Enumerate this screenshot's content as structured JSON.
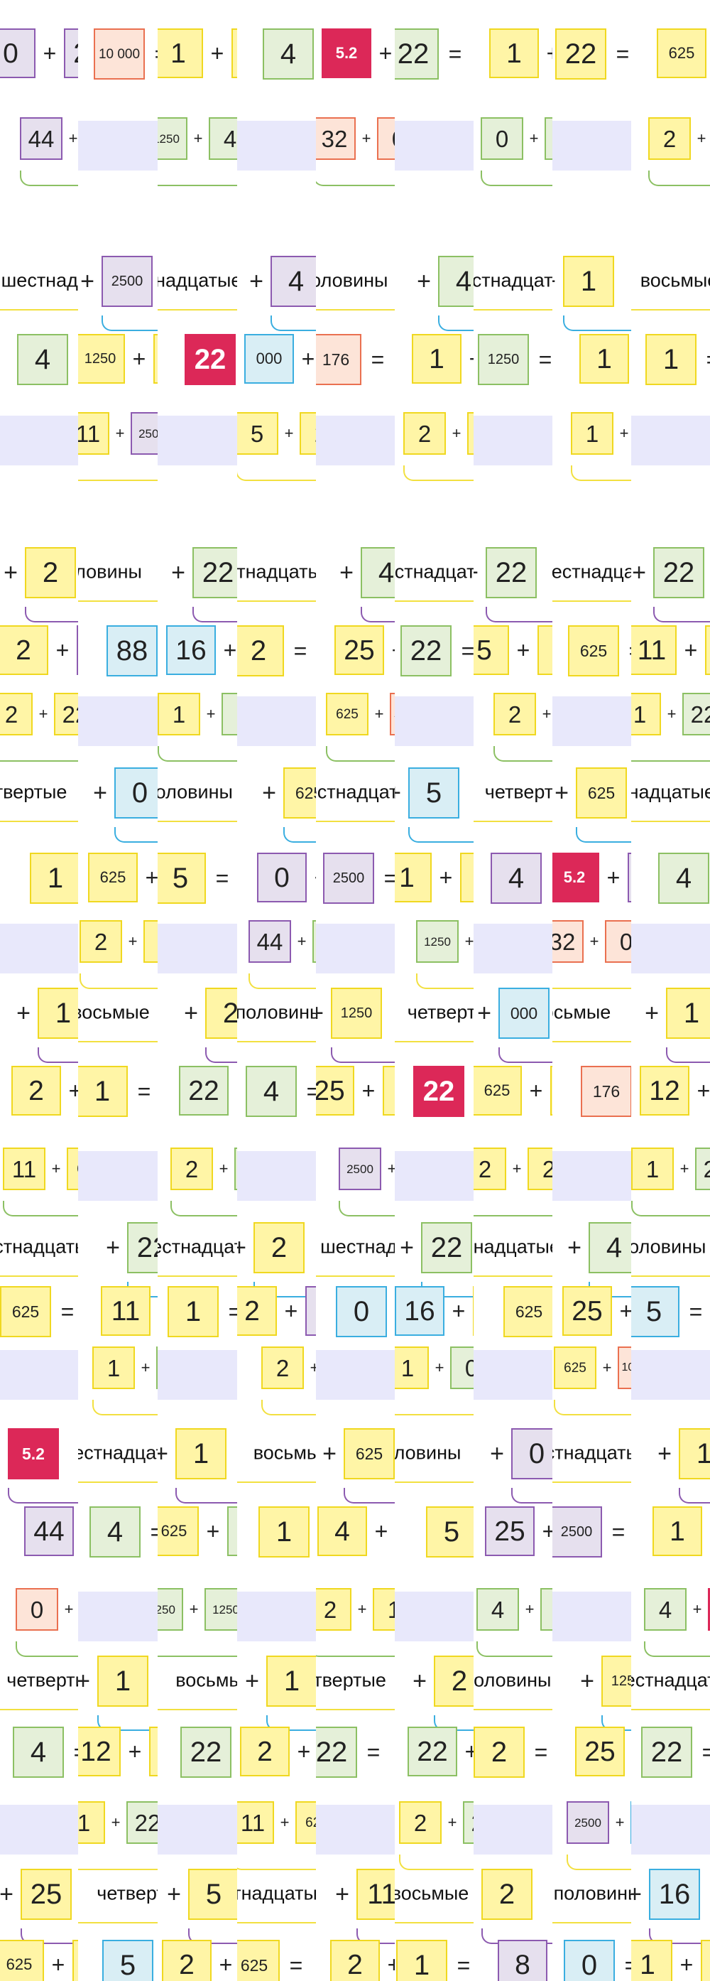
{
  "colors": {
    "yellow_fill": "#fff5a6",
    "green_fill": "#e5f0d9",
    "purple_fill": "#e6e0ee",
    "blue_fill": "#d9eef5",
    "salmon_fill": "#fde4d8",
    "badge_fill": "#dc2858"
  },
  "columns": [
    {
      "items": [
        {
          "k": "tile",
          "c": "purple",
          "t": "0"
        },
        {
          "k": "tile",
          "c": "purple",
          "t": "25"
        },
        {
          "k": "tile",
          "c": "purple",
          "t": "44"
        },
        {
          "k": "tile",
          "c": "green",
          "t": "4"
        },
        {
          "k": "tile",
          "c": "yellow",
          "t": "2"
        },
        {
          "k": "tile",
          "c": "yellow",
          "t": "2"
        },
        {
          "k": "tile",
          "c": "purple",
          "t": "8"
        },
        {
          "k": "word",
          "t": "верти"
        },
        {
          "k": "tile",
          "c": "yellow",
          "t": "2"
        },
        {
          "k": "tile",
          "c": "yellow",
          "t": "22"
        },
        {
          "k": "word",
          "t": "осьмые"
        },
        {
          "k": "tile",
          "c": "yellow",
          "t": "1"
        },
        {
          "k": "tile",
          "c": "yellow",
          "t": "1"
        },
        {
          "k": "tile",
          "c": "yellow",
          "t": "2"
        },
        {
          "k": "tile",
          "c": "yellow",
          "t": "1"
        },
        {
          "k": "tile",
          "c": "yellow",
          "t": "11"
        },
        {
          "k": "tile",
          "c": "yellow",
          "t": "625"
        },
        {
          "k": "tile",
          "c": "yellow",
          "t": "625"
        },
        {
          "k": "tile",
          "c": "badge",
          "t": "5.2"
        },
        {
          "k": "tile",
          "c": "purple",
          "t": "44"
        },
        {
          "k": "tile",
          "c": "salmon",
          "t": "32"
        },
        {
          "k": "tile",
          "c": "salmon",
          "t": "0"
        },
        {
          "k": "tile",
          "c": "salmon",
          "t": "176"
        },
        {
          "k": "tile",
          "c": "green",
          "t": "4"
        },
        {
          "k": "tile",
          "c": "yellow",
          "t": "25"
        }
      ]
    }
  ],
  "tiles": [
    {
      "c": "purple",
      "t": "0"
    },
    {
      "c": "purple",
      "t": "25"
    },
    {
      "c": "purple",
      "t": "44"
    },
    {
      "c": "green",
      "t": "4"
    },
    {
      "c": "green",
      "t": "4"
    },
    {
      "c": "yellow",
      "t": "2"
    },
    {
      "c": "yellow",
      "t": "2"
    },
    {
      "c": "purple",
      "t": "8"
    },
    {
      "c": "yellow",
      "t": "2"
    },
    {
      "c": "yellow",
      "t": "22"
    },
    {
      "c": "yellow",
      "t": "1"
    },
    {
      "c": "yellow",
      "t": "1"
    },
    {
      "c": "yellow",
      "t": "2"
    },
    {
      "c": "yellow",
      "t": "1"
    },
    {
      "c": "yellow",
      "t": "11"
    },
    {
      "c": "yellow",
      "t": "625"
    },
    {
      "c": "yellow",
      "t": "625"
    },
    {
      "c": "badge",
      "t": "5.2"
    },
    {
      "c": "purple",
      "t": "44"
    },
    {
      "c": "salmon",
      "t": "32"
    },
    {
      "c": "salmon",
      "t": "0"
    },
    {
      "c": "salmon",
      "t": "176"
    },
    {
      "c": "green",
      "t": "4"
    },
    {
      "c": "yellow",
      "t": "25"
    },
    {
      "c": "yellow",
      "t": "625"
    },
    {
      "c": "yellow",
      "t": "625"
    },
    {
      "c": "salmon",
      "t": "10 000"
    },
    {
      "c": "purple",
      "t": "2500"
    },
    {
      "c": "yellow",
      "t": "1250"
    },
    {
      "c": "yellow",
      "t": "25"
    },
    {
      "c": "yellow",
      "t": "11"
    },
    {
      "c": "purple",
      "t": "2500"
    },
    {
      "c": "blue",
      "t": "88"
    },
    {
      "c": "blue",
      "t": "0"
    },
    {
      "c": "yellow",
      "t": "625"
    },
    {
      "c": "yellow",
      "t": "4"
    },
    {
      "c": "yellow",
      "t": "2"
    },
    {
      "c": "yellow",
      "t": "2"
    },
    {
      "c": "yellow",
      "t": "1"
    },
    {
      "c": "green",
      "t": "22"
    },
    {
      "c": "yellow",
      "t": "11"
    },
    {
      "c": "yellow",
      "t": "2"
    },
    {
      "c": "yellow",
      "t": "1"
    },
    {
      "c": "green",
      "t": "22"
    },
    {
      "c": "green",
      "t": "4"
    },
    {
      "c": "yellow",
      "t": "1"
    },
    {
      "c": "yellow",
      "t": "12"
    },
    {
      "c": "yellow",
      "t": "2"
    },
    {
      "c": "yellow",
      "t": "1"
    },
    {
      "c": "green",
      "t": "22"
    },
    {
      "c": "blue",
      "t": "5"
    },
    {
      "c": "yellow",
      "t": "1"
    },
    {
      "c": "yellow",
      "t": "1"
    },
    {
      "c": "green",
      "t": "1250"
    },
    {
      "c": "green",
      "t": "4"
    },
    {
      "c": "badge",
      "t": "22"
    },
    {
      "c": "green",
      "t": "22"
    },
    {
      "c": "blue",
      "t": "16"
    },
    {
      "c": "yellow",
      "t": "1"
    },
    {
      "c": "yellow",
      "t": "1"
    },
    {
      "c": "green",
      "t": "0"
    },
    {
      "c": "yellow",
      "t": "5"
    },
    {
      "c": "yellow",
      "t": "2"
    },
    {
      "c": "green",
      "t": "22"
    },
    {
      "c": "yellow",
      "t": "11"
    },
    {
      "c": "yellow",
      "t": "2"
    },
    {
      "c": "green",
      "t": "22"
    },
    {
      "c": "yellow",
      "t": "1"
    },
    {
      "c": "yellow",
      "t": "1"
    },
    {
      "c": "yellow",
      "t": "625"
    },
    {
      "c": "green",
      "t": "0"
    },
    {
      "c": "green",
      "t": "1250"
    },
    {
      "c": "green",
      "t": "1250"
    },
    {
      "c": "green",
      "t": "22"
    },
    {
      "c": "yellow",
      "t": "5"
    },
    {
      "c": "yellow",
      "t": "2"
    },
    {
      "c": "yellow",
      "t": "2"
    },
    {
      "c": "green",
      "t": "4"
    },
    {
      "c": "purple",
      "t": "4"
    },
    {
      "c": "blue",
      "t": "000"
    },
    {
      "c": "yellow",
      "t": "625"
    },
    {
      "c": "yellow",
      "t": "5"
    },
    {
      "c": "yellow",
      "t": "2"
    },
    {
      "c": "yellow",
      "t": "2"
    },
    {
      "c": "yellow",
      "t": "625"
    }
  ],
  "words": {
    "w1": "шестнадца",
    "w2": "четвертые",
    "w3": "шестнадцатые",
    "w4": "четверти",
    "w5": "половины",
    "w6": "восьмые",
    "w7": "шестнадцатые",
    "w8": "четверти",
    "w9": "шестнадцатые",
    "w10": "половины",
    "w11": "шестнадцатые",
    "w12": "восьмые",
    "w13": "шестнадцатые",
    "w14": "половины",
    "w15": "восьмые",
    "w16": "шестнадцатые",
    "w17": "половины",
    "w18": "шестнадцатые"
  },
  "ops": {
    "plus": "+",
    "eq": "="
  }
}
